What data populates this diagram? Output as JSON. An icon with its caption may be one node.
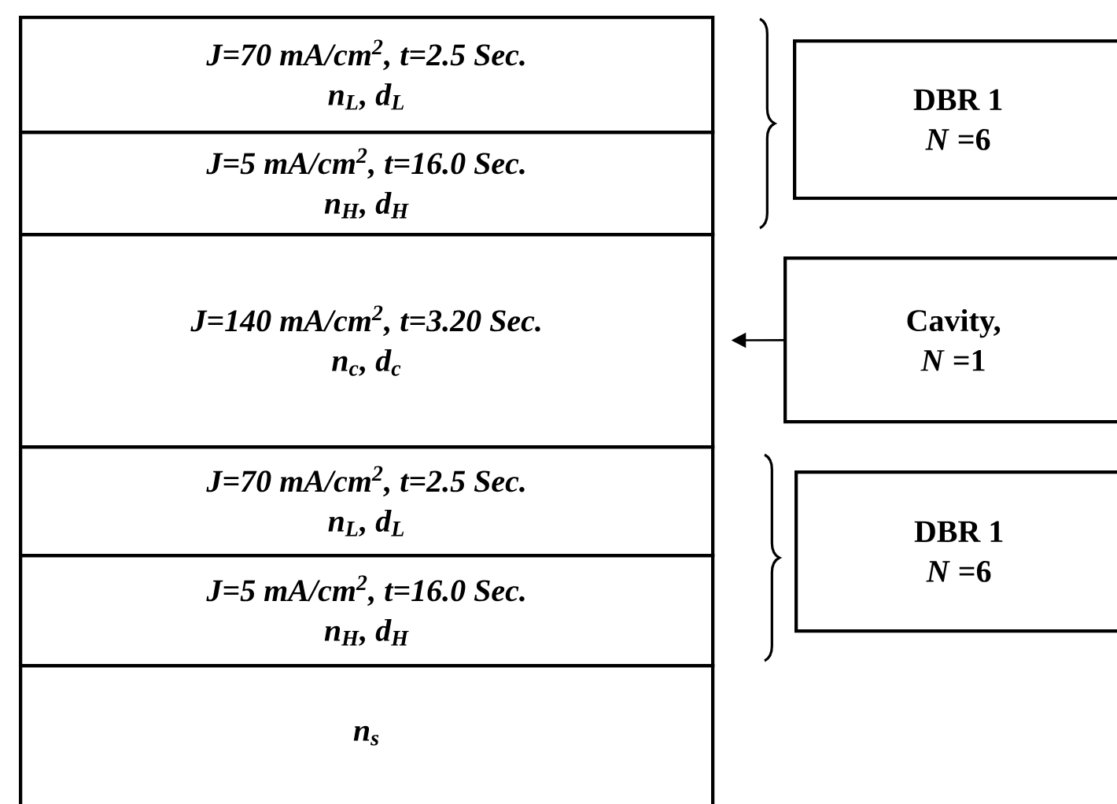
{
  "diagram": {
    "nodes": [
      {
        "text": [
          "J=70 mA/cm$^{2}$,  t=2.5 Sec.",
          "n$_{L}$, d$_{L}$"
        ]
      },
      {
        "text": [
          "J=5 mA/cm$^{2}$,  t=16.0 Sec.",
          "n$_{H}$, d$_{H}$"
        ]
      },
      {
        "text": [
          "J=140 mA/cm$^{2}$, t=3.20 Sec.",
          "n$_{c}$, d$_{c}$"
        ]
      },
      {
        "text": [
          "J=70 mA/cm$^{2}$,  t=2.5 Sec.",
          "n$_{L}$, d$_{L}$"
        ]
      },
      {
        "text": [
          "J=5 mA/cm$^{2}$, t=16.0 Sec.",
          "n$_{H}$, d$_{H}$"
        ]
      },
      {
        "text": [
          "n$_{s}$"
        ]
      },
      {
        "text": [
          "DBR 1",
          "*N* =6"
        ]
      },
      {
        "text": [
          "Cavity,",
          "*N* =1"
        ]
      },
      {
        "text": [
          "DBR 1",
          "*N* =6"
        ]
      }
    ],
    "edges": [
      {
        "from": 7,
        "to": 2,
        "arrow": "to"
      }
    ]
  }
}
